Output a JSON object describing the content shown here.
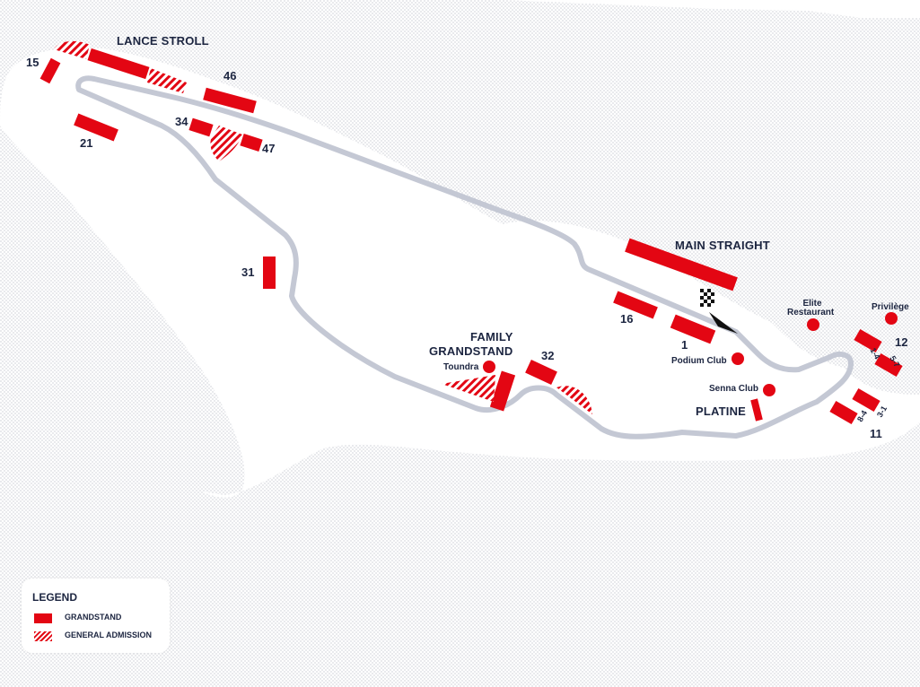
{
  "colors": {
    "grandstand": "#e30613",
    "track": "#c4c8d4",
    "text": "#1c2540",
    "terrain": "#e8e9ec"
  },
  "labels": {
    "lance_stroll": "LANCE STROLL",
    "main_straight": "MAIN STRAIGHT",
    "family_grandstand_1": "FAMILY",
    "family_grandstand_2": "GRANDSTAND",
    "platine": "PLATINE",
    "elite_restaurant_1": "Elite",
    "elite_restaurant_2": "Restaurant",
    "privilege": "Privilège",
    "podium_club": "Podium Club",
    "senna_club": "Senna Club",
    "toundra": "Toundra"
  },
  "stands": {
    "s15": "15",
    "s21": "21",
    "s46": "46",
    "s34": "34",
    "s47": "47",
    "s31": "31",
    "s16": "16",
    "s1": "1",
    "s32": "32",
    "s12": "12",
    "s11": "11",
    "s1_4": "1-4",
    "s5_7": "5-7",
    "s8_4": "8-4",
    "s3_1": "3-1"
  },
  "legend": {
    "title": "LEGEND",
    "grandstand": "GRANDSTAND",
    "general_admission": "GENERAL ADMISSION"
  }
}
